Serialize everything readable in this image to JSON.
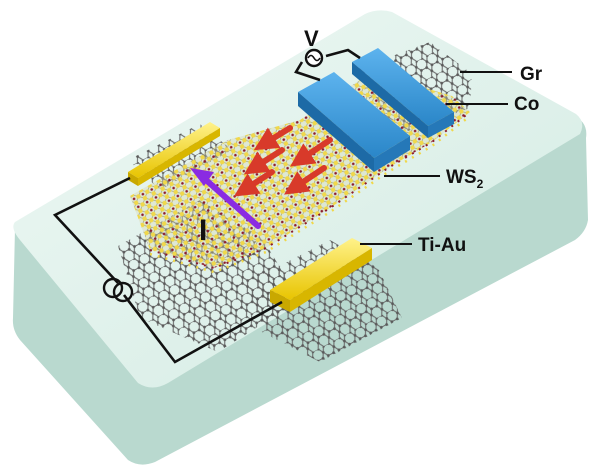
{
  "labels": {
    "gr": "Gr",
    "co": "Co",
    "ws_main": "WS",
    "ws_sub": "2",
    "tiau": "Ti-Au",
    "voltage": "V",
    "current": "I"
  },
  "colors": {
    "substrate_top": "#dcefe8",
    "substrate_side": "#b9d9cf",
    "graphene_bond": "#6b6b6b",
    "graphene_atom": "#5a5a5a",
    "sulfur": "#f0d84a",
    "tungsten": "#8c1b2e",
    "cobalt": "#2a86c8",
    "gold": "#e8c400",
    "spin_arrow": "#d83a2a",
    "current_arrow": "#8a2be2",
    "wire": "#111111"
  },
  "icons": {
    "voltmeter": "ac-source-symbol",
    "current_source": "double-circle-source-symbol"
  }
}
